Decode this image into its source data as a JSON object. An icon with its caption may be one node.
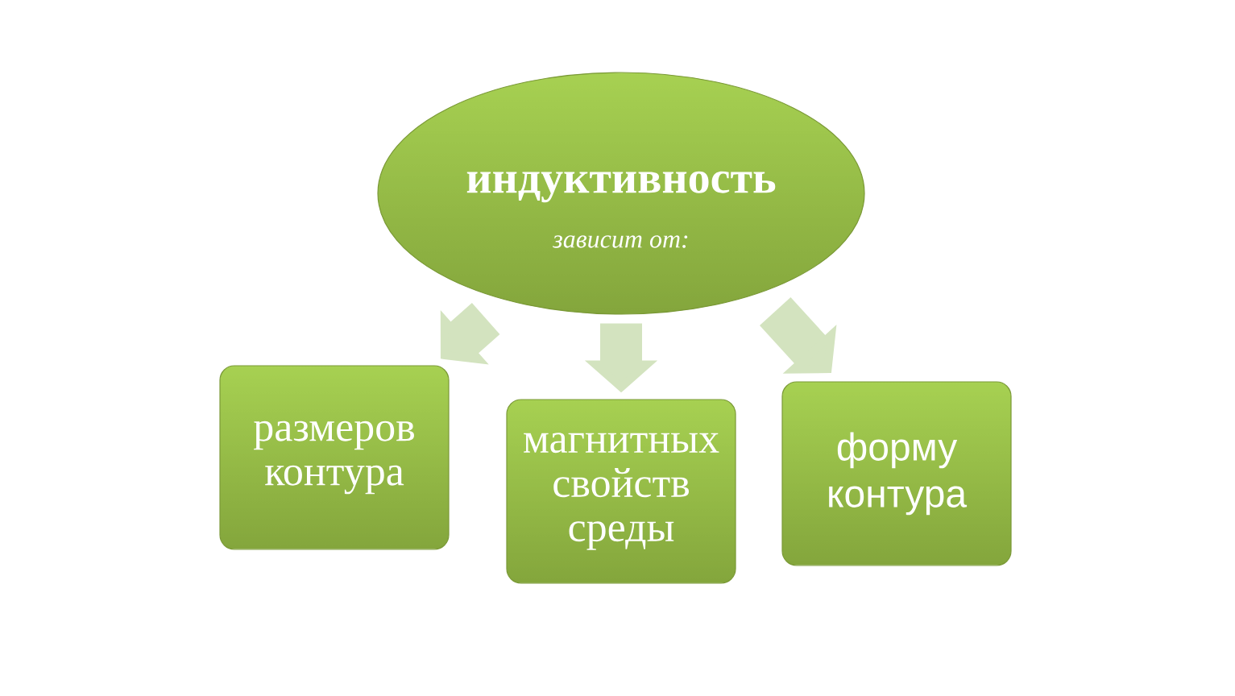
{
  "diagram": {
    "nodes": [
      {
        "text": [
          "индуктивность",
          "зависит от:"
        ]
      },
      {
        "text": [
          "размеров контура"
        ]
      },
      {
        "text": [
          "магнитных свойств среды"
        ]
      },
      {
        "text": [
          "форму контура"
        ]
      }
    ],
    "edges": [
      {
        "from": 0,
        "to": 1,
        "arrow": "to"
      },
      {
        "from": 0,
        "to": 2,
        "arrow": "to"
      },
      {
        "from": 0,
        "to": 3,
        "arrow": "to"
      }
    ]
  }
}
